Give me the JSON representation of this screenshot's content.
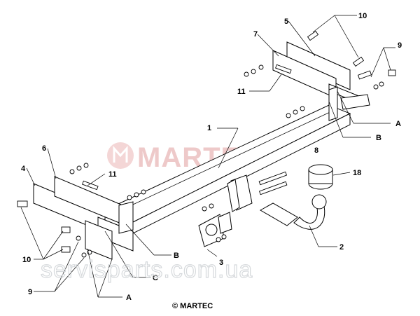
{
  "watermark": {
    "brand": "MARTEC",
    "url": "servisparts.com.ua"
  },
  "copyright": "© MARTEC",
  "callouts": {
    "c1": "1",
    "c2": "2",
    "c3": "3",
    "c4": "4",
    "c5": "5",
    "c6": "6",
    "c7": "7",
    "c8": "8",
    "c9_right": "9",
    "c9_left": "9",
    "c10_right": "10",
    "c10_left": "10",
    "c11_right": "11",
    "c11_left": "11",
    "c18": "18",
    "cA_right": "A",
    "cA_left": "A",
    "cB_right": "B",
    "cB_left": "B",
    "cC": "C"
  },
  "colors": {
    "watermark": "#e2a9a9",
    "line": "#000000"
  }
}
